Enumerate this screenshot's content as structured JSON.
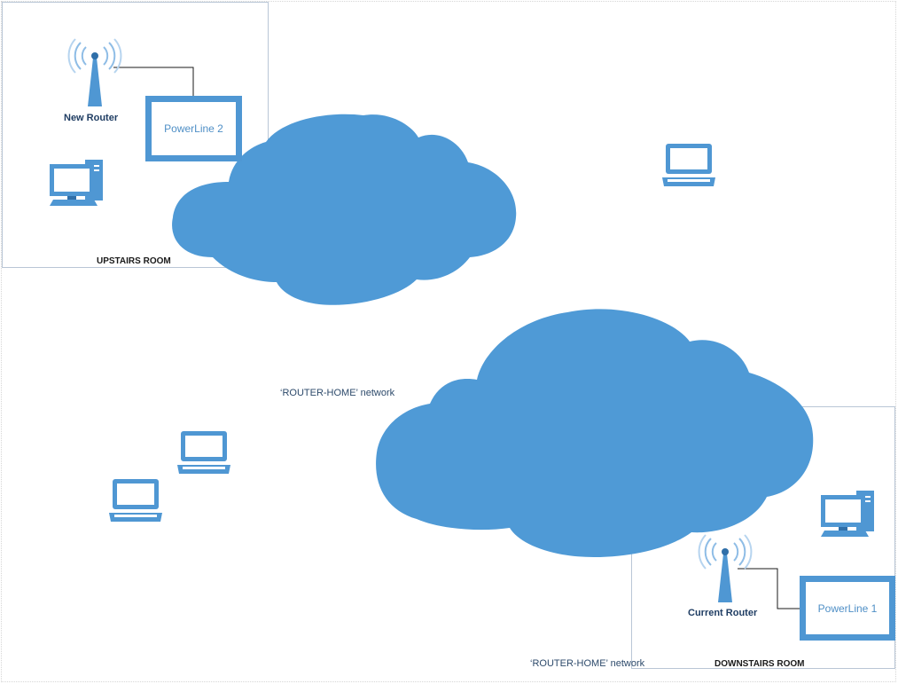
{
  "rooms": {
    "upstairs": {
      "label": "UPSTAIRS ROOM"
    },
    "downstairs": {
      "label": "DOWNSTAIRS ROOM"
    }
  },
  "devices": {
    "new_router": {
      "label": "New  Router",
      "icon": "wifi-router-icon"
    },
    "current_router": {
      "label": "Current Router",
      "icon": "wifi-router-icon"
    },
    "powerline_2": {
      "label": "PowerLine 2"
    },
    "powerline_1": {
      "label": "PowerLine 1"
    },
    "desktop_icon": "desktop-computer-icon",
    "laptop_icon": "laptop-icon"
  },
  "networks": {
    "label_1": "‘ROUTER-HOME’ network",
    "label_2": "‘ROUTER-HOME’ network"
  },
  "colors": {
    "cloud": "#4f9ad6",
    "device": "#4f97d3",
    "device_dark": "#2f6fa9",
    "room_border": "#b9c6d6"
  }
}
